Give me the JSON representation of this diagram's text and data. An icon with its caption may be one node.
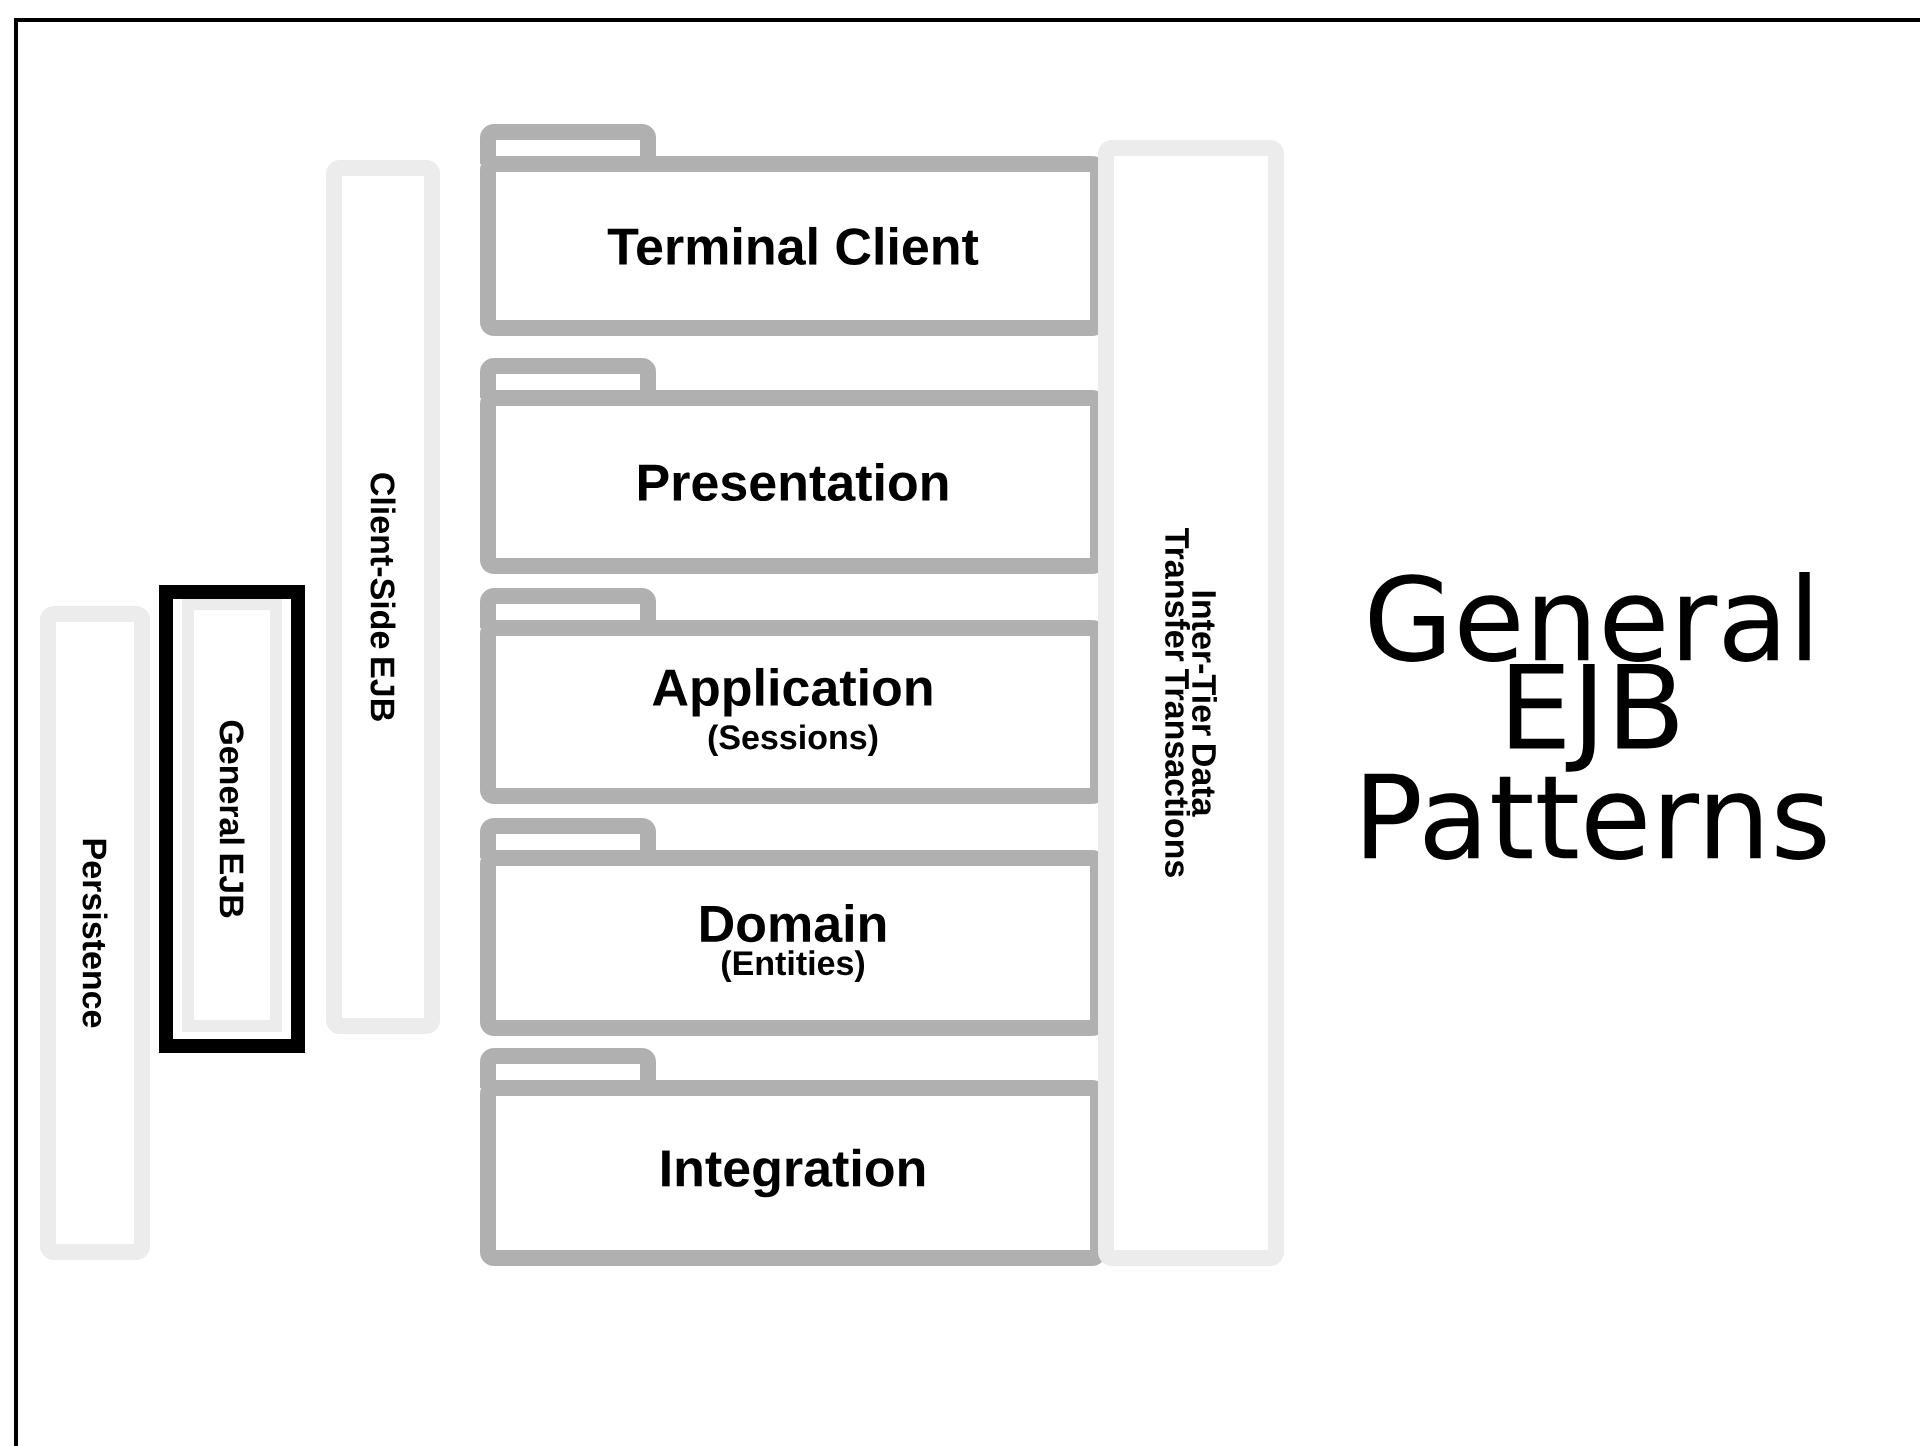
{
  "diagram": {
    "title": "General EJB Patterns",
    "nodes": [
      {
        "text": [
          "Persistence"
        ]
      },
      {
        "text": [
          "General EJB"
        ]
      },
      {
        "text": [
          "Client-Side EJB"
        ]
      },
      {
        "text": [
          "Terminal Client"
        ]
      },
      {
        "text": [
          "Presentation"
        ]
      },
      {
        "text": [
          "Application",
          "(Sessions)"
        ]
      },
      {
        "text": [
          "Domain",
          "(Entities)"
        ]
      },
      {
        "text": [
          "Integration"
        ]
      },
      {
        "text": [
          "Inter-Tier Data Transfer Transactions"
        ]
      }
    ]
  }
}
